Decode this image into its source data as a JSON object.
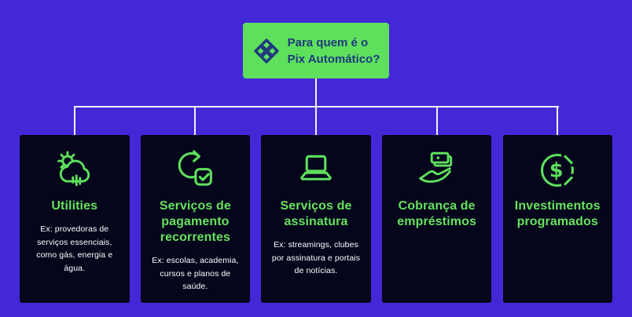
{
  "title": "Para quem é o Pix Automático?",
  "header": {
    "line1": "Para quem é o",
    "line2": "Pix Automático?",
    "icon": "pix-logo-icon"
  },
  "cards": [
    {
      "id": "utilities",
      "icon": "utilities-weather-icon",
      "title": "Utilities",
      "description": "Ex: provedoras de serviços essenciais, como gás, energia e água."
    },
    {
      "id": "recurring-payments",
      "icon": "recurring-payment-check-icon",
      "title": "Serviços de pagamento recorrentes",
      "description": "Ex: escolas, academia, cursos e planos de saúde."
    },
    {
      "id": "subscriptions",
      "icon": "laptop-icon",
      "title": "Serviços de assinatura",
      "description": "Ex: streamings, clubes por assinatura e portais de notícias."
    },
    {
      "id": "loans",
      "icon": "hand-money-icon",
      "title": "Cobrança de empréstimos"
    },
    {
      "id": "investments",
      "icon": "dollar-circle-icon",
      "title": "Investimentos programados"
    }
  ],
  "colors": {
    "background": "#4428d8",
    "card_bg": "#05061c",
    "accent_green": "#5ee05c",
    "title_green": "#67e25d",
    "navy_text": "#20397f",
    "connector": "#f5eef6",
    "body_text": "#ffffff"
  }
}
